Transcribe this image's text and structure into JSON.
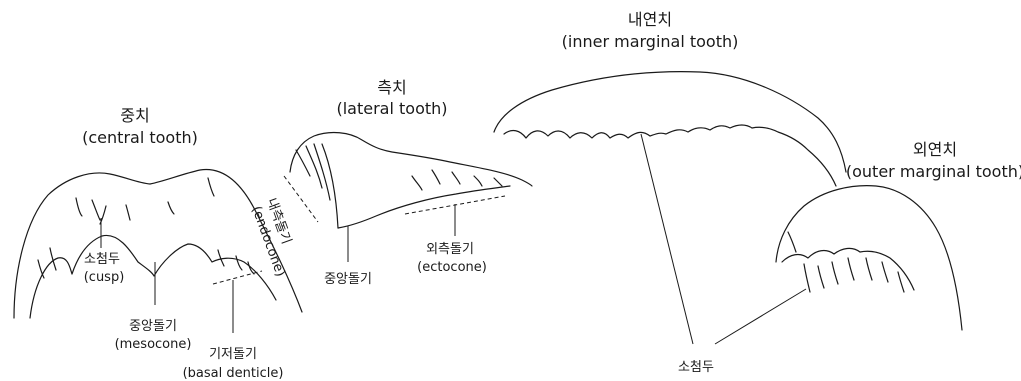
{
  "central": {
    "title_ko": "중치",
    "title_en": "(central tooth)",
    "cusp_ko": "소첨두",
    "cusp_en": "(cusp)",
    "mesocone_ko": "중앙돌기",
    "mesocone_en": "(mesocone)",
    "basal_ko": "기저돌기",
    "basal_en": "(basal denticle)"
  },
  "lateral": {
    "title_ko": "측치",
    "title_en": "(lateral tooth)",
    "endocone_ko": "내측돌기",
    "endocone_en": "(endocone)",
    "mesocone_ko": "중앙돌기",
    "ectocone_ko": "외측돌기",
    "ectocone_en": "(ectocone)"
  },
  "inner_marginal": {
    "title_ko": "내연치",
    "title_en": "(inner marginal tooth)"
  },
  "outer_marginal": {
    "title_ko": "외연치",
    "title_en": "(outer marginal tooth)"
  },
  "shared_cusp_ko": "소첨두"
}
